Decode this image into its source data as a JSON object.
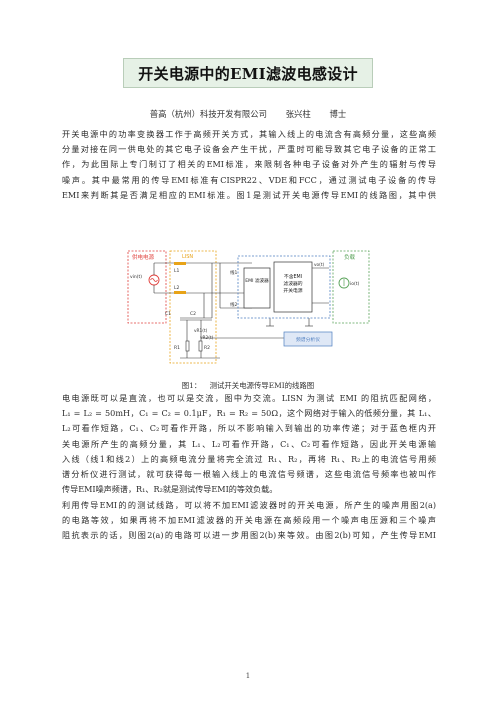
{
  "title": "开关电源中的EMI滤波电感设计",
  "authors": {
    "affiliation": "普高（杭州）科技开发有限公司",
    "name": "张兴柱",
    "degree": "博士"
  },
  "paragraph1": [
    "开关电源中的功率变换器工作于高频开关方式，其输入线上的电流含有高频分量，这些高频",
    "分量对接在同一供电处的其它电子设备会产生干扰，严重时可能导致其它电子设备的正常工",
    "作，为此国际上专门制订了相关的EMI标准，来限制各种电子设备对外产生的辐射与传导",
    "噪声。其中最常用的传导EMI标准有CISPR22、VDE和FCC，通过测试电子设备的传导",
    "EMI来判断其是否满足相应的EMI标准。图1是测试开关电源传导EMI的线路图，其中供"
  ],
  "figure": {
    "supply_label": "供电电源",
    "lisn_label": "LISN",
    "line1_label": "线1",
    "line2_label": "线2",
    "emi_filter_label": "EMI 滤波器",
    "converter_label": [
      "不含EMI",
      "滤波器的",
      "开关电源"
    ],
    "load_label": "负载",
    "analyzer_label": "频谱分析仪",
    "L1": "L1",
    "L2": "L2",
    "C1": "C1",
    "C2": "C2",
    "R1": "R1",
    "R2": "R2",
    "vin": "vin(t)",
    "iin": "iin(t)",
    "vo": "vo(t)",
    "io": "io(t)",
    "vr1": "vR1(t)",
    "vr2": "vR2(t)",
    "colors": {
      "lisn": "#e8a317",
      "supply": "#e0403c",
      "load": "#5aa35a",
      "analyzer": "#4f7fc0"
    }
  },
  "caption": {
    "number": "图1：",
    "text": "测试开关电源传导EMI的线路图"
  },
  "paragraph2": [
    "电电源既可以是直流，也可以是交流，图中为交流。LISN 为测试 EMI 的阻抗匹配网络，",
    "L₁ = L₂ = 50mH，C₁ = C₂ = 0.1μF，R₁ = R₂ = 50Ω，这个网络对于输入的低频分量，其 L₁、",
    "L₂可看作短路，C₁、C₂可看作开路，所以不影响输入到输出的功率传递；对于蓝色框内开",
    "关电源所产生的高频分量，其 L₁、L₂可看作开路，C₁、C₂可看作短路，因此开关电源输",
    "入线（线1和线2）上的高频电流分量将完全流过 R₁、R₂，再将 R₁、R₂上的电流信号用频",
    "谱分析仪进行测试，就可获得每一根输入线上的电流信号频谱，这些电流信号频率也被叫作",
    "传导EMI噪声频谱，R₁、R₂就是测试传导EMI的等效负载。"
  ],
  "paragraph3": [
    "利用传导EMI的的测试线路，可以将不加EMI滤波器时的开关电源，所产生的噪声用图2(a)",
    "的电路等效，如果再将不加EMI滤波器的开关电源在高频段用一个噪声电压源和三个噪声",
    "阻抗表示的话，则图2(a)的电路可以进一步用图2(b)来等效。由图2(b)可知，产生传导EMI"
  ],
  "page_number": "1"
}
